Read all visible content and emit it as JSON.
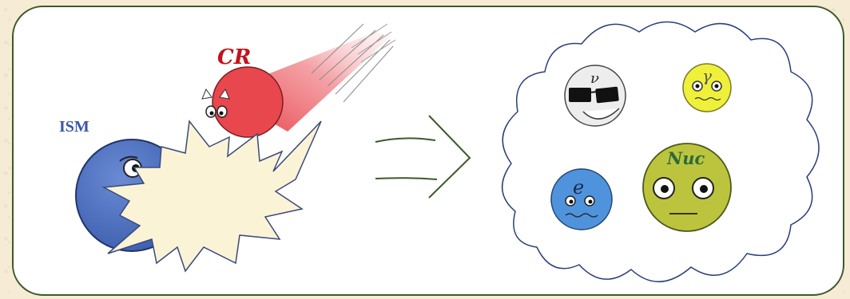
{
  "labels": {
    "ism": "ISM",
    "cr": "CR",
    "nuc": "Nuc",
    "neutrino": "ν",
    "gamma": "γ",
    "electron": "e"
  },
  "colors": {
    "frame_border": "#3e5a2a",
    "ism_ball": "#4f74c4",
    "cr_ball": "#e8474e",
    "explosion_fill": "#fbf3d6",
    "arrow": "#3c5a2c",
    "cloud_outline": "#2a3f7a",
    "nuc_ball": "#bcc43e",
    "gamma_ball": "#eef03a",
    "electron_ball": "#4f93dc",
    "neutrino_ball": "#ededed"
  }
}
